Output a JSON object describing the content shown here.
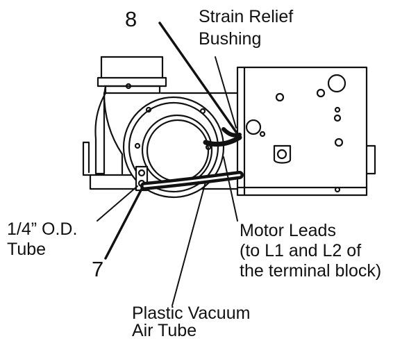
{
  "labels": {
    "part_8": "8",
    "part_7": "7",
    "strain_relief": [
      "Strain Relief",
      "Bushing"
    ],
    "tube": [
      "1/4” O.D.",
      "Tube"
    ],
    "motor_leads": [
      "Motor Leads",
      "(to L1 and L2 of",
      "the terminal block)"
    ],
    "vacuum_tube": [
      "Plastic Vacuum",
      "Air Tube"
    ]
  },
  "colors": {
    "line": "#111111",
    "background": "#ffffff"
  }
}
